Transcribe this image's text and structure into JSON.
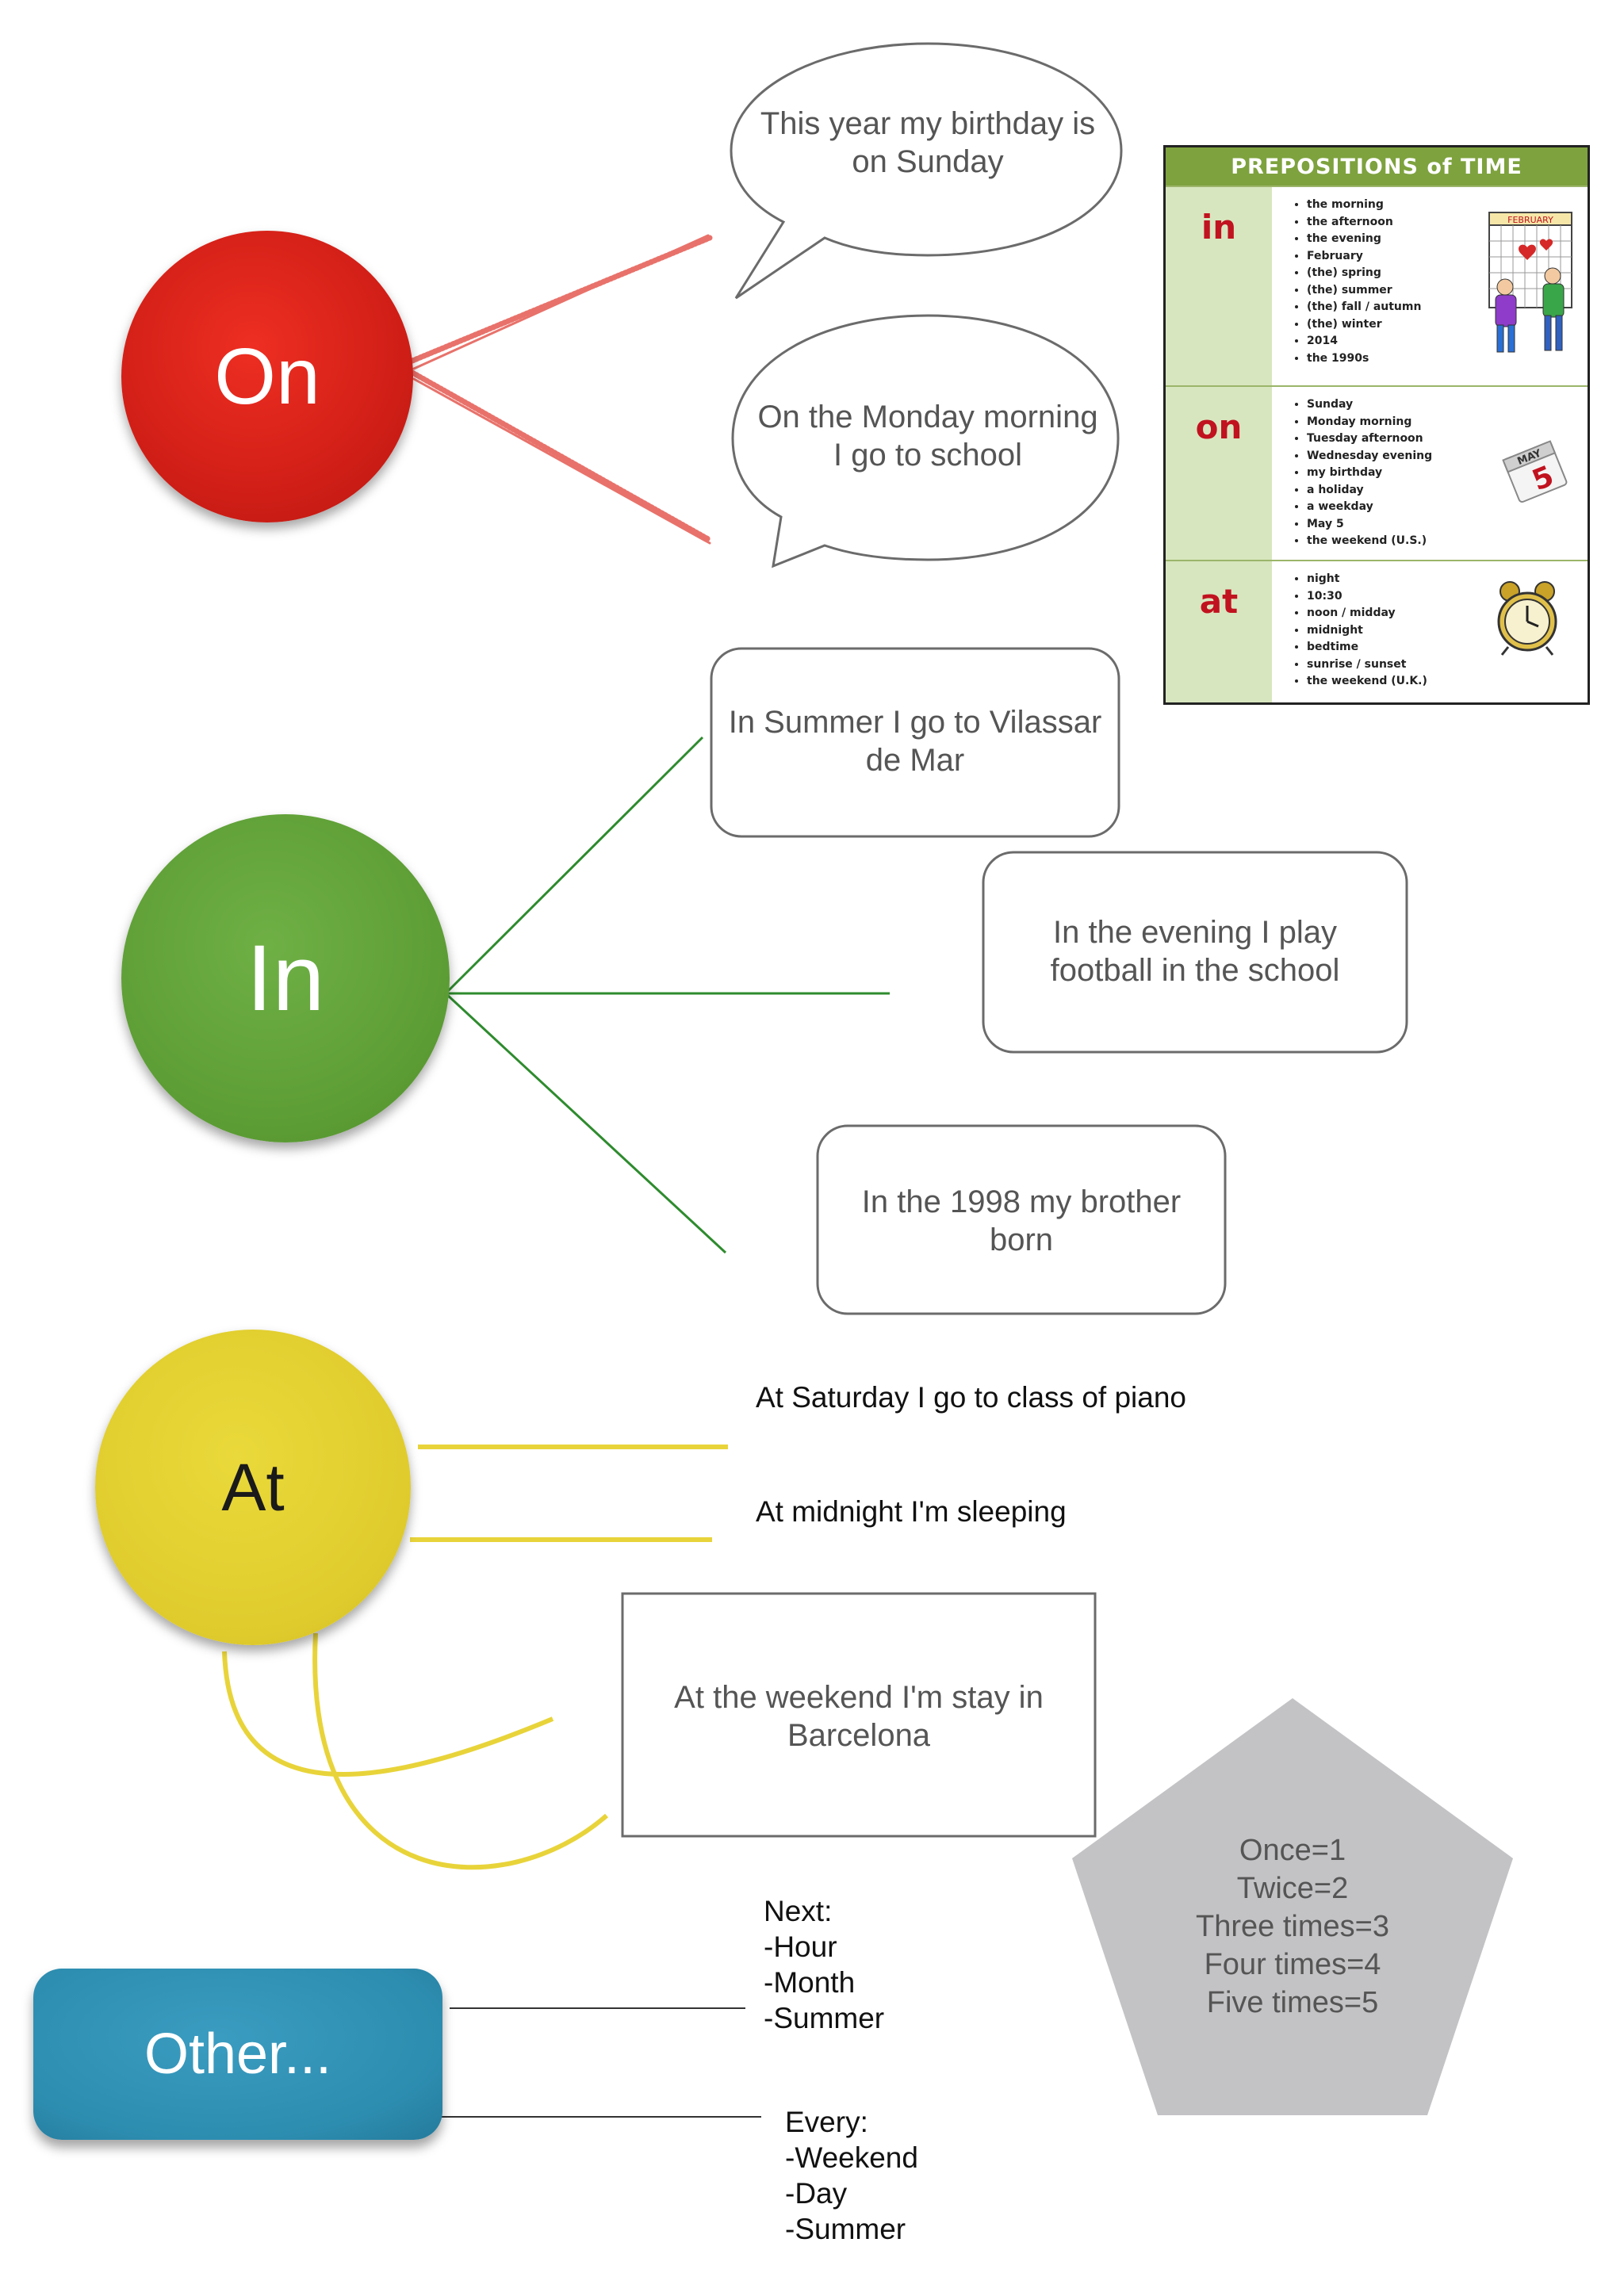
{
  "nodes": {
    "on": "On",
    "in": "In",
    "at": "At",
    "other": "Other..."
  },
  "on_examples": [
    "This year my birthday is on Sunday",
    "On the Monday morning I go to school"
  ],
  "in_examples": [
    "In Summer I go to Vilassar de Mar",
    "In the evening I play football in the school",
    "In the 1998 my brother born"
  ],
  "at_examples": [
    "At Saturday I go to class of piano",
    "At midnight I'm sleeping",
    "At the weekend I'm stay in Barcelona"
  ],
  "other": {
    "next": "Next:\n-Hour\n-Month\n-Summer",
    "every": "Every:\n-Weekend\n-Day\n-Summer"
  },
  "frequency": [
    "Once=1",
    "Twice=2",
    "Three times=3",
    "Four times=4",
    "Five times=5"
  ],
  "reference_card": {
    "title": "PREPOSITIONS of TIME",
    "rows": [
      {
        "label": "in",
        "items": [
          "the morning",
          "the afternoon",
          "the evening",
          "February",
          "(the) spring",
          "(the) summer",
          "(the) fall / autumn",
          "(the) winter",
          "2014",
          "the 1990s"
        ],
        "calendar_month": "FEBRUARY"
      },
      {
        "label": "on",
        "items": [
          "Sunday",
          "Monday morning",
          "Tuesday afternoon",
          "Wednesday evening",
          "my birthday",
          "a holiday",
          "a weekday",
          "May 5",
          "the weekend (U.S.)"
        ],
        "calendar_month": "MAY",
        "calendar_day": "5"
      },
      {
        "label": "at",
        "items": [
          "night",
          "10:30",
          "noon / midday",
          "midnight",
          "bedtime",
          "sunrise / sunset",
          "the weekend (U.K.)"
        ]
      }
    ]
  },
  "colors": {
    "on": "#d11f17",
    "in": "#5c9c34",
    "at": "#dfcb2c",
    "other": "#2d8db0",
    "pentagon": "#c3c2c5"
  }
}
